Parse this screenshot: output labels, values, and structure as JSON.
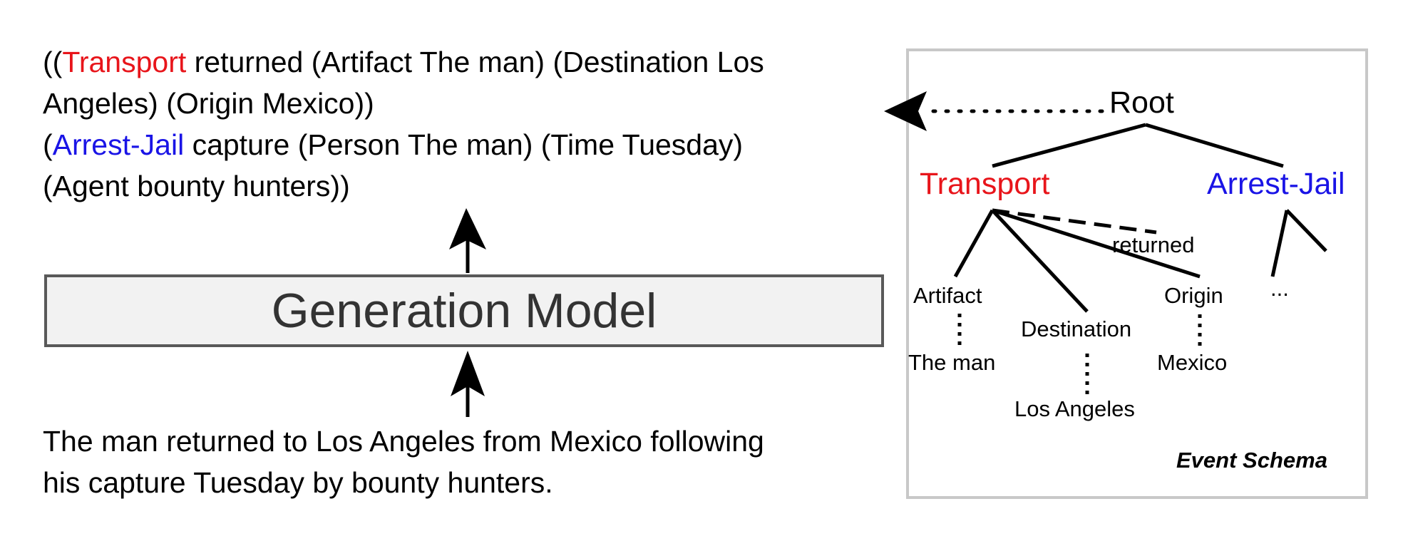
{
  "output": {
    "line1": {
      "open": "((",
      "event": "Transport",
      "rest": " returned (Artifact The man) (Destination Los"
    },
    "line2": "Angeles) (Origin Mexico))",
    "line3": {
      "open": "(",
      "event": "Arrest-Jail",
      "rest": " capture (Person The man) (Time Tuesday)"
    },
    "line4": "(Agent bounty hunters))"
  },
  "model": {
    "label": "Generation Model"
  },
  "input": {
    "line1": "The man returned to Los Angeles from Mexico following",
    "line2": "his capture Tuesday by bounty hunters."
  },
  "schema": {
    "root": "Root",
    "transport": "Transport",
    "arrest_jail": "Arrest-Jail",
    "trigger": "returned",
    "artifact": "Artifact",
    "destination": "Destination",
    "origin": "Origin",
    "ellipsis": "...",
    "the_man": "The man",
    "los_angeles": "Los Angeles",
    "mexico": "Mexico",
    "caption": "Event Schema"
  },
  "colors": {
    "transport": "#e8151b",
    "arrest_jail": "#1a14e6",
    "box_border": "#595959",
    "box_fill": "#f2f2f2",
    "schema_border": "#c8c8c8"
  }
}
